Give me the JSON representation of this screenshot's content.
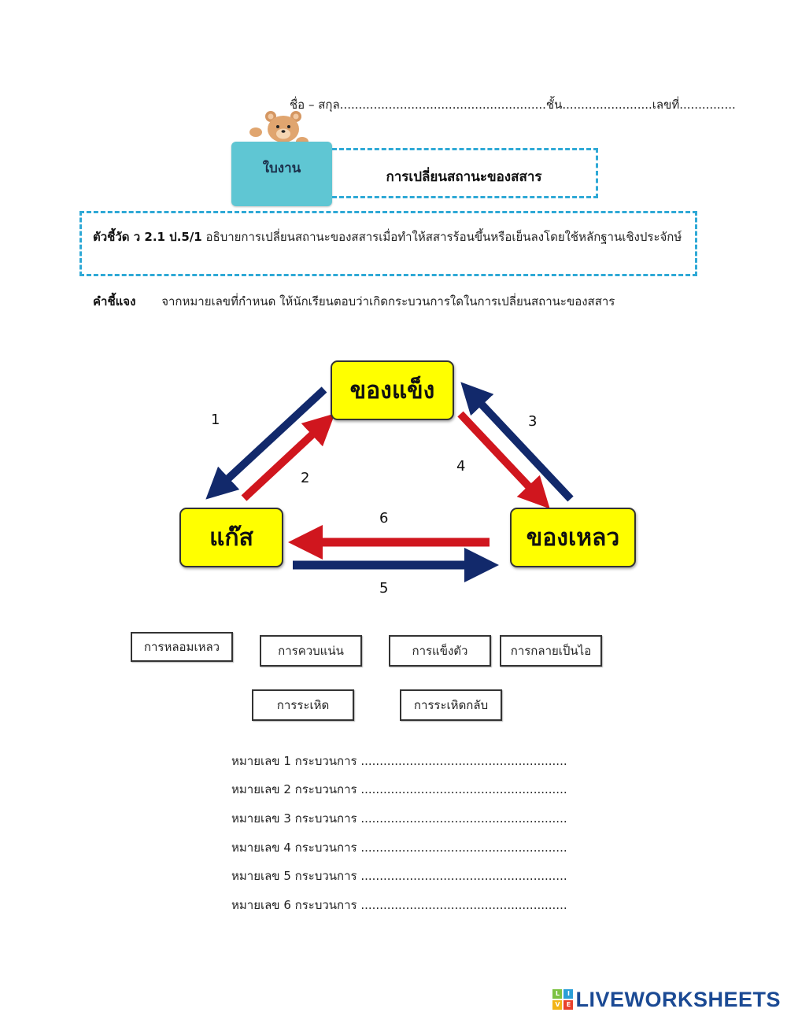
{
  "header": {
    "student_info": "ชื่อ – สกุล.......................................................ชั้น........................เลขที่..............."
  },
  "title_card": {
    "label": "ใบงาน",
    "title": "การเปลี่ยนสถานะของสสาร"
  },
  "indicator": {
    "code": "ตัวชี้วัด ว 2.1  ป.5/1",
    "text": "อธิบายการเปลี่ยนสถานะของสสารเมื่อทำให้สสารร้อนขึ้นหรือเย็นลงโดยใช้หลักฐานเชิงประจักษ์"
  },
  "instruction": {
    "label": "คำชี้แจง",
    "text": "จากหมายเลขที่กำหนด ให้นักเรียนตอบว่าเกิดกระบวนการใดในการเปลี่ยนสถานะของสสาร"
  },
  "diagram": {
    "solid": "ของแข็ง",
    "gas": "แก๊ส",
    "liquid": "ของเหลว",
    "numbers": [
      "1",
      "2",
      "3",
      "4",
      "5",
      "6"
    ],
    "arrow_colors": {
      "navy": "#12296b",
      "red": "#d0161e"
    }
  },
  "word_bank": [
    "การหลอมเหลว",
    "การควบแน่น",
    "การแข็งตัว",
    "การกลายเป็นไอ",
    "การระเหิด",
    "การระเหิดกลับ"
  ],
  "answers": [
    "หมายเลข 1 กระบวนการ .......................................................",
    "หมายเลข 2 กระบวนการ .......................................................",
    "หมายเลข 3 กระบวนการ .......................................................",
    "หมายเลข 4 กระบวนการ .......................................................",
    "หมายเลข 5 กระบวนการ .......................................................",
    "หมายเลข 6 กระบวนการ ......................................................."
  ],
  "brand": {
    "logo_text": "LIVEWORKSHEETS",
    "tile_letters": [
      "L",
      "I",
      "V",
      "E"
    ],
    "tile_colors": [
      "#7cc242",
      "#2a9fd8",
      "#f2b417",
      "#e8412c"
    ]
  }
}
